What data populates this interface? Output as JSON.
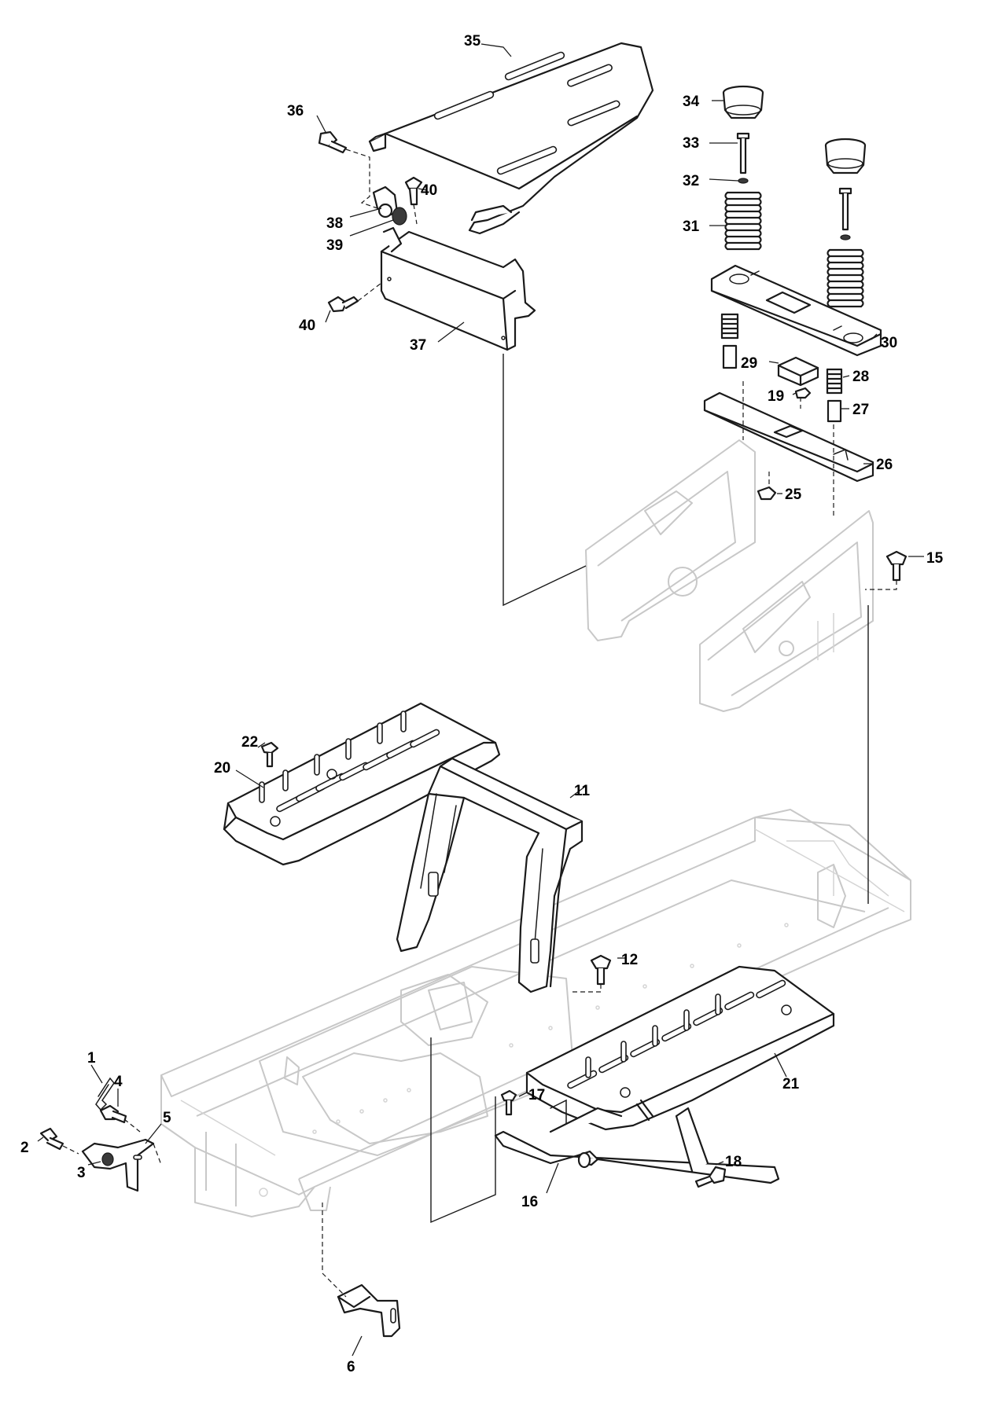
{
  "diagram": {
    "callouts": [
      {
        "id": "c1",
        "label": "1"
      },
      {
        "id": "c2",
        "label": "2"
      },
      {
        "id": "c3",
        "label": "3"
      },
      {
        "id": "c4",
        "label": "4"
      },
      {
        "id": "c5",
        "label": "5"
      },
      {
        "id": "c6",
        "label": "6"
      },
      {
        "id": "c11",
        "label": "11"
      },
      {
        "id": "c12",
        "label": "12"
      },
      {
        "id": "c15",
        "label": "15"
      },
      {
        "id": "c16",
        "label": "16"
      },
      {
        "id": "c17",
        "label": "17"
      },
      {
        "id": "c18",
        "label": "18"
      },
      {
        "id": "c19",
        "label": "19"
      },
      {
        "id": "c20",
        "label": "20"
      },
      {
        "id": "c21",
        "label": "21"
      },
      {
        "id": "c22",
        "label": "22"
      },
      {
        "id": "c25",
        "label": "25"
      },
      {
        "id": "c26",
        "label": "26"
      },
      {
        "id": "c27",
        "label": "27"
      },
      {
        "id": "c28",
        "label": "28"
      },
      {
        "id": "c29",
        "label": "29"
      },
      {
        "id": "c30",
        "label": "30"
      },
      {
        "id": "c31",
        "label": "31"
      },
      {
        "id": "c32",
        "label": "32"
      },
      {
        "id": "c33",
        "label": "33"
      },
      {
        "id": "c34",
        "label": "34"
      },
      {
        "id": "c35",
        "label": "35"
      },
      {
        "id": "c36",
        "label": "36"
      },
      {
        "id": "c37",
        "label": "37"
      },
      {
        "id": "c38",
        "label": "38"
      },
      {
        "id": "c39",
        "label": "39"
      },
      {
        "id": "c40a",
        "label": "40"
      },
      {
        "id": "c40b",
        "label": "40"
      }
    ]
  }
}
